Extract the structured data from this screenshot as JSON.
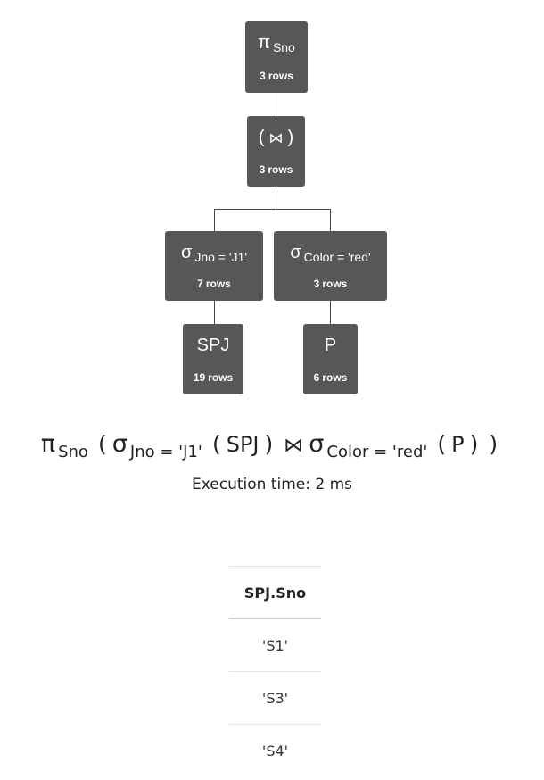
{
  "tree": {
    "projection": {
      "op": "π",
      "attr": "Sno",
      "rows": "3",
      "rows_unit": "rows"
    },
    "join": {
      "open": "(",
      "op": "⋈",
      "close": ")",
      "rows": "3",
      "rows_unit": "rows"
    },
    "select_jno": {
      "op": "σ",
      "cond": "Jno = 'J1'",
      "rows": "7",
      "rows_unit": "rows"
    },
    "select_color": {
      "op": "σ",
      "cond": "Color = 'red'",
      "rows": "3",
      "rows_unit": "rows"
    },
    "relation_spj": {
      "name": "SPJ",
      "rows": "19",
      "rows_unit": "rows"
    },
    "relation_p": {
      "name": "P",
      "rows": "6",
      "rows_unit": "rows"
    }
  },
  "expression": {
    "proj_op": "π",
    "proj_attr": "Sno",
    "lparen": "(",
    "rparen": ")",
    "sel1_op": "σ",
    "sel1_cond": "Jno = 'J1'",
    "rel1": "SPJ",
    "join_op": "⋈",
    "sel2_op": "σ",
    "sel2_cond": "Color = 'red'",
    "rel2": "P"
  },
  "execution": {
    "label": "Execution time: 2 ms"
  },
  "result": {
    "columns": [
      "SPJ.Sno"
    ],
    "rows": [
      [
        "'S1'"
      ],
      [
        "'S3'"
      ],
      [
        "'S4'"
      ]
    ]
  }
}
